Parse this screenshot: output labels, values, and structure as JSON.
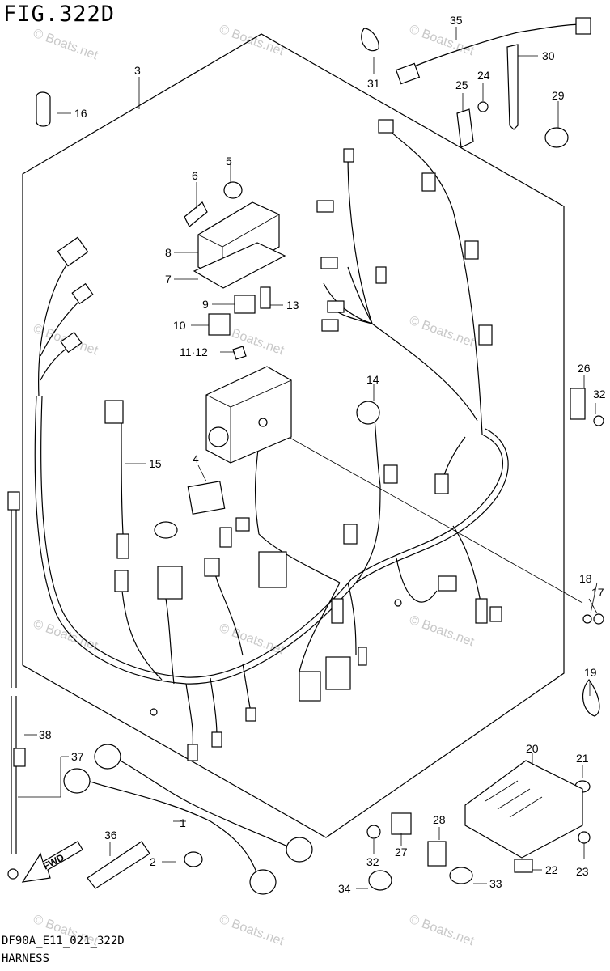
{
  "figure": {
    "title": "FIG.322D",
    "code": "DF90A_E11_021_322D",
    "name": "HARNESS"
  },
  "watermark": "© Boats.net",
  "fwd_label": "FWD",
  "callouts": [
    {
      "id": "c1",
      "label": "1"
    },
    {
      "id": "c2",
      "label": "2"
    },
    {
      "id": "c3",
      "label": "3"
    },
    {
      "id": "c4",
      "label": "4"
    },
    {
      "id": "c5",
      "label": "5"
    },
    {
      "id": "c6",
      "label": "6"
    },
    {
      "id": "c7",
      "label": "7"
    },
    {
      "id": "c8",
      "label": "8"
    },
    {
      "id": "c9",
      "label": "9"
    },
    {
      "id": "c10",
      "label": "10"
    },
    {
      "id": "c11",
      "label": "11·12"
    },
    {
      "id": "c13",
      "label": "13"
    },
    {
      "id": "c14",
      "label": "14"
    },
    {
      "id": "c15",
      "label": "15"
    },
    {
      "id": "c16",
      "label": "16"
    },
    {
      "id": "c17",
      "label": "17"
    },
    {
      "id": "c18",
      "label": "18"
    },
    {
      "id": "c19",
      "label": "19"
    },
    {
      "id": "c20",
      "label": "20"
    },
    {
      "id": "c21",
      "label": "21"
    },
    {
      "id": "c22",
      "label": "22"
    },
    {
      "id": "c23",
      "label": "23"
    },
    {
      "id": "c24",
      "label": "24"
    },
    {
      "id": "c25",
      "label": "25"
    },
    {
      "id": "c26",
      "label": "26"
    },
    {
      "id": "c27",
      "label": "27"
    },
    {
      "id": "c28",
      "label": "28"
    },
    {
      "id": "c29",
      "label": "29"
    },
    {
      "id": "c30",
      "label": "30"
    },
    {
      "id": "c31",
      "label": "31"
    },
    {
      "id": "c32a",
      "label": "32"
    },
    {
      "id": "c32b",
      "label": "32"
    },
    {
      "id": "c33",
      "label": "33"
    },
    {
      "id": "c34",
      "label": "34"
    },
    {
      "id": "c35",
      "label": "35"
    },
    {
      "id": "c36",
      "label": "36"
    },
    {
      "id": "c37",
      "label": "37"
    },
    {
      "id": "c38",
      "label": "38"
    }
  ]
}
